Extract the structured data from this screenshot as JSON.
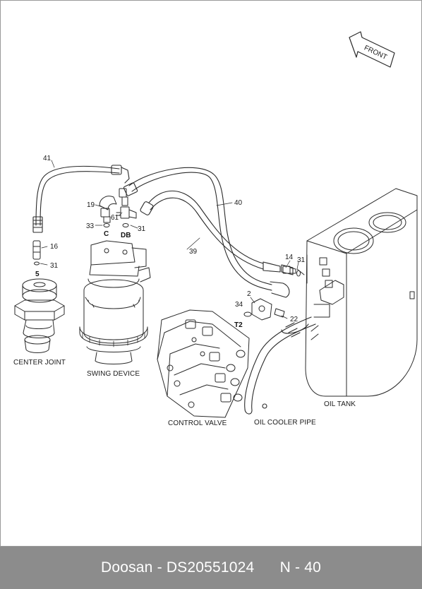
{
  "diagram": {
    "direction_label": "FRONT",
    "part_numbers": [
      "41",
      "19",
      "61",
      "33",
      "31",
      "40",
      "39",
      "16",
      "14",
      "2",
      "34",
      "22"
    ],
    "port_labels": [
      "C",
      "DB",
      "5",
      "T2"
    ],
    "components": [
      "CENTER JOINT",
      "SWING DEVICE",
      "CONTROL VALVE",
      "OIL COOLER PIPE",
      "OIL TANK"
    ]
  },
  "footer": {
    "brand": "Doosan",
    "doc_number": "DS20551024",
    "page": "N - 40"
  },
  "colors": {
    "line_art": "#2a2a2a",
    "footer_bg": "#8c8c8c",
    "footer_text": "#ffffff"
  }
}
